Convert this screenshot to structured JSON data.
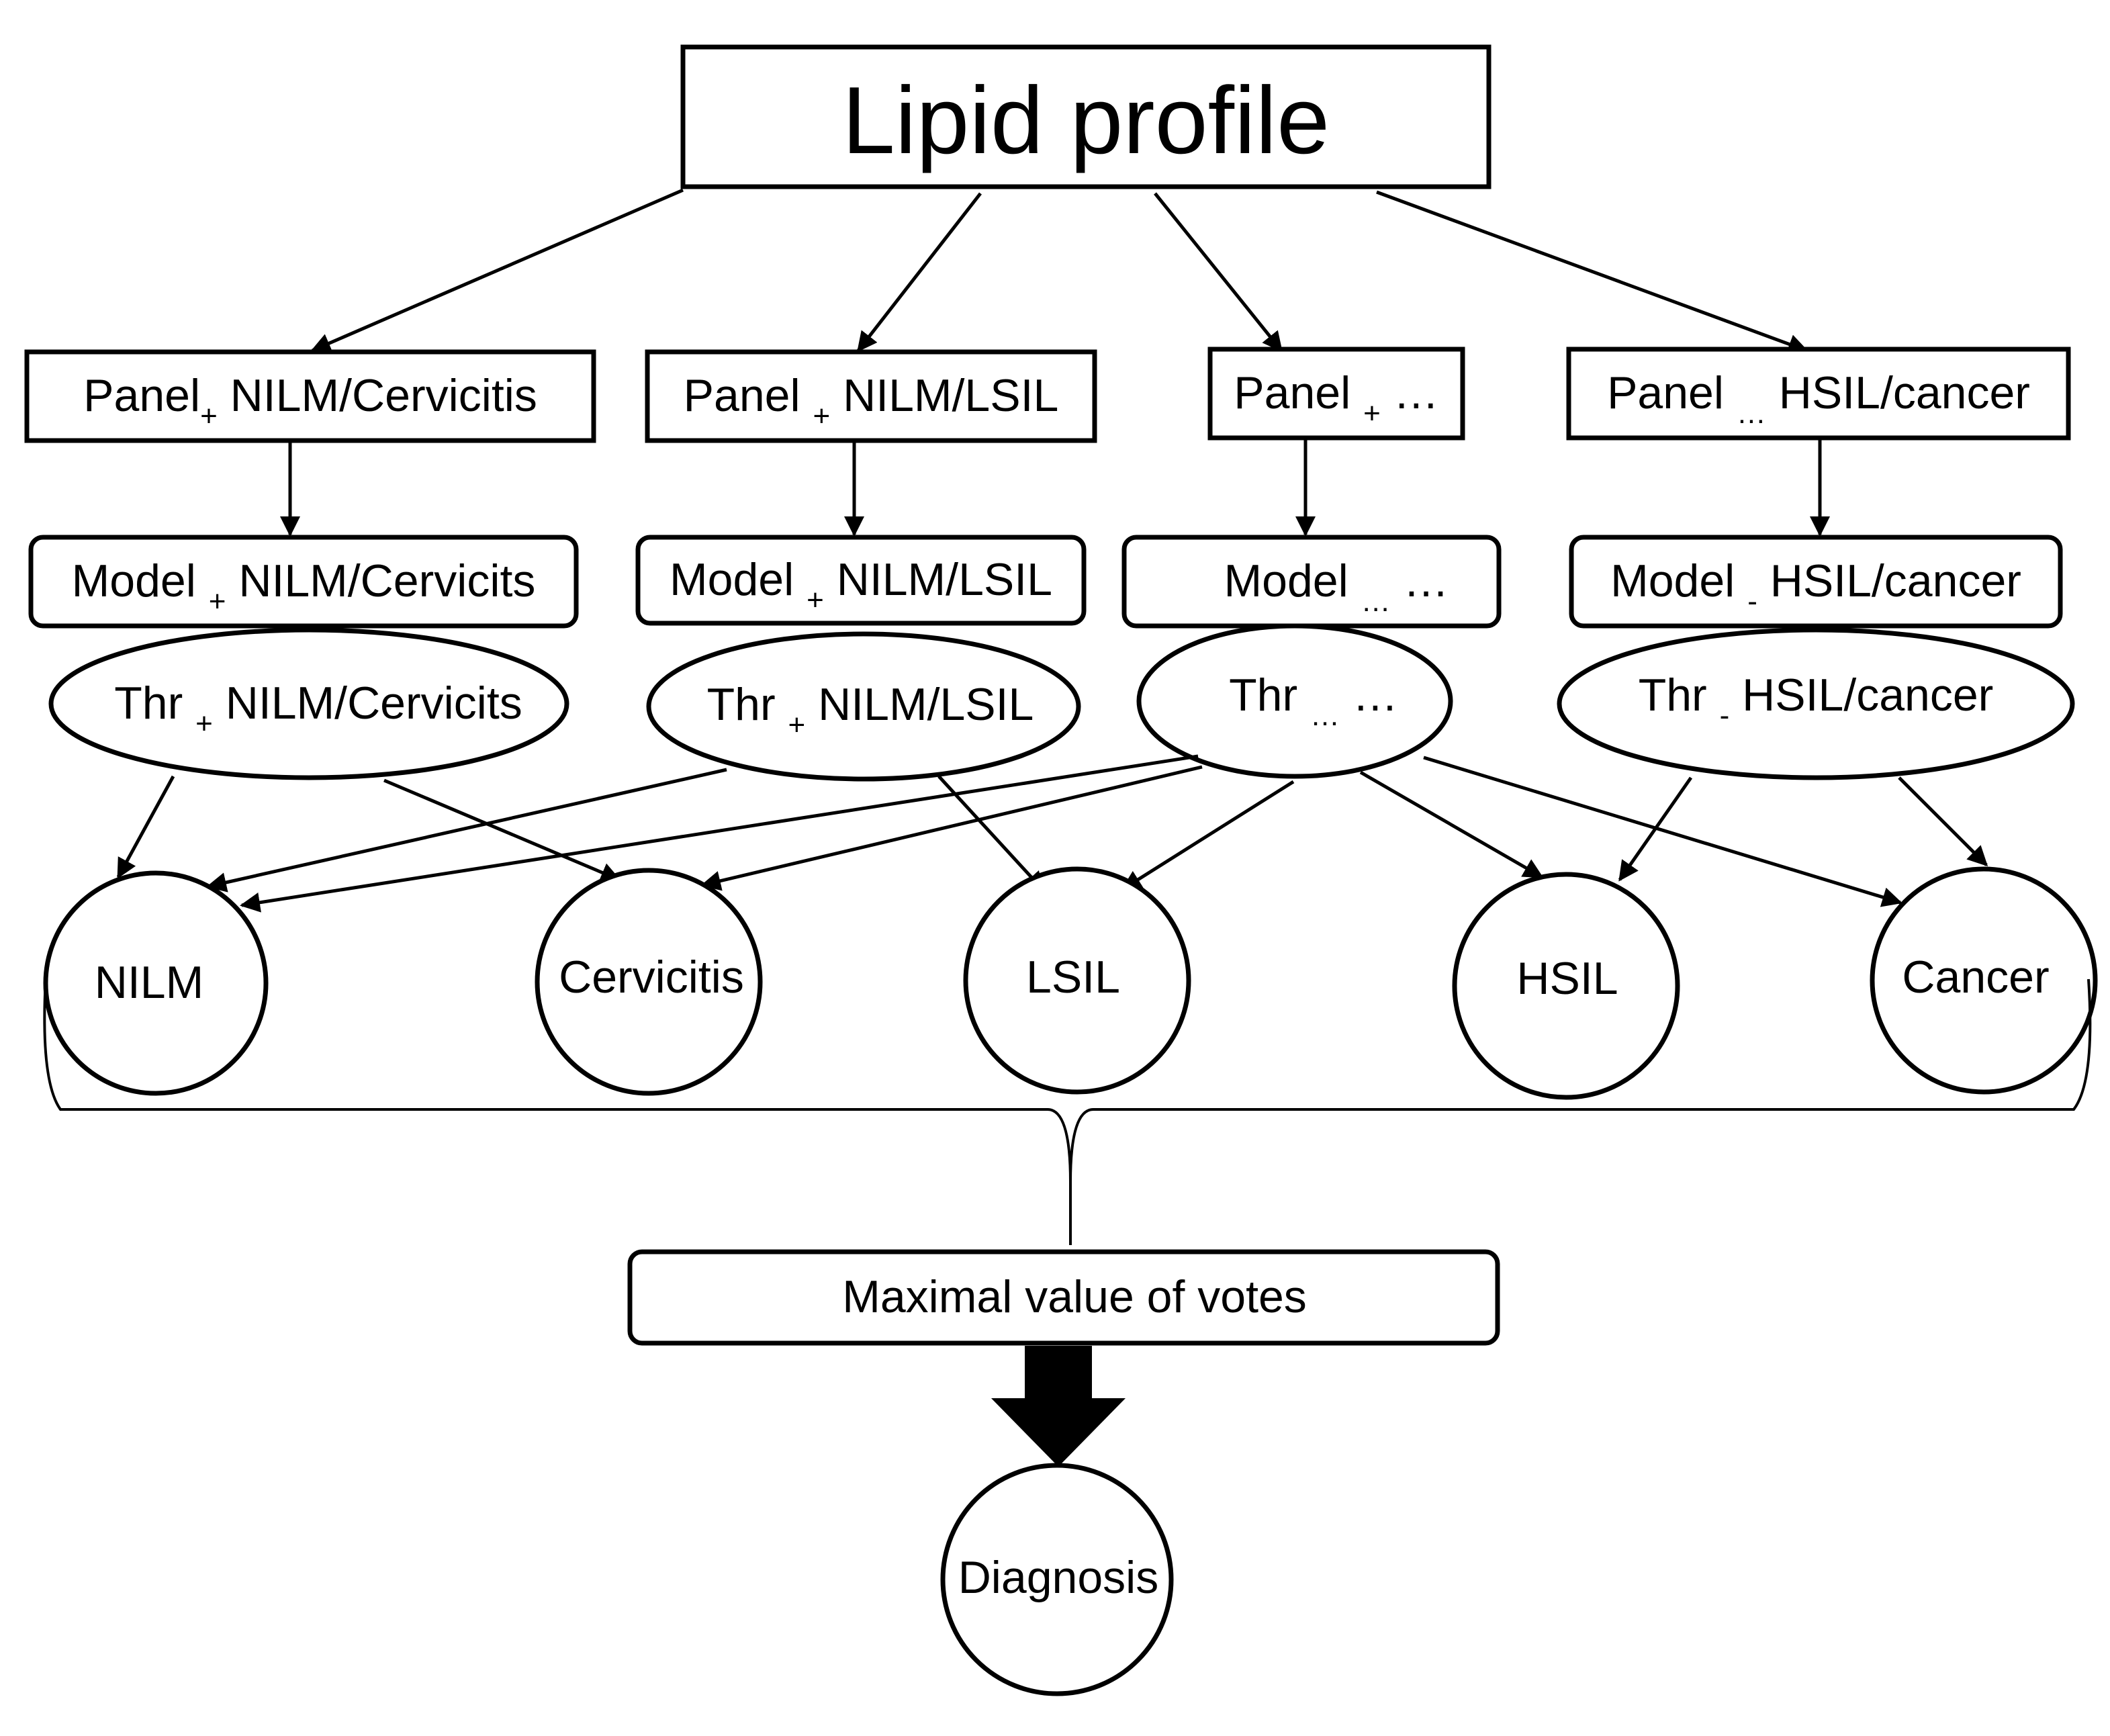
{
  "root": {
    "label": "Lipid profile"
  },
  "panels": [
    {
      "prefix": "Panel",
      "sub": "+",
      "suffix": " NILM/Cervicitis"
    },
    {
      "prefix": "Panel ",
      "sub": "+",
      "suffix": " NILM/LSIL"
    },
    {
      "prefix": "Panel ",
      "sub": "+",
      "suffix": " …"
    },
    {
      "prefix": "Panel ",
      "sub": "…",
      "suffix": " HSIL/cancer"
    }
  ],
  "models": [
    {
      "prefix": "Model ",
      "sub": "+",
      "suffix": " NILM/Cervicits"
    },
    {
      "prefix": "Model ",
      "sub": "+",
      "suffix": " NILM/LSIL"
    },
    {
      "prefix": "Model ",
      "sub": "…",
      "suffix": " …"
    },
    {
      "prefix": "Model ",
      "sub": "-",
      "suffix": " HSIL/cancer"
    }
  ],
  "thresholds": [
    {
      "prefix": "Thr ",
      "sub": "+",
      "suffix": " NILM/Cervicits"
    },
    {
      "prefix": "Thr ",
      "sub": "+",
      "suffix": " NILM/LSIL"
    },
    {
      "prefix": "Thr ",
      "sub": "…",
      "suffix": " …"
    },
    {
      "prefix": "Thr ",
      "sub": "-",
      "suffix": " HSIL/cancer"
    }
  ],
  "classes": [
    "NILM",
    "Cervicitis",
    "LSIL",
    "HSIL",
    "Cancer"
  ],
  "vote": {
    "label": "Maximal value of votes"
  },
  "result": {
    "label": "Diagnosis"
  }
}
